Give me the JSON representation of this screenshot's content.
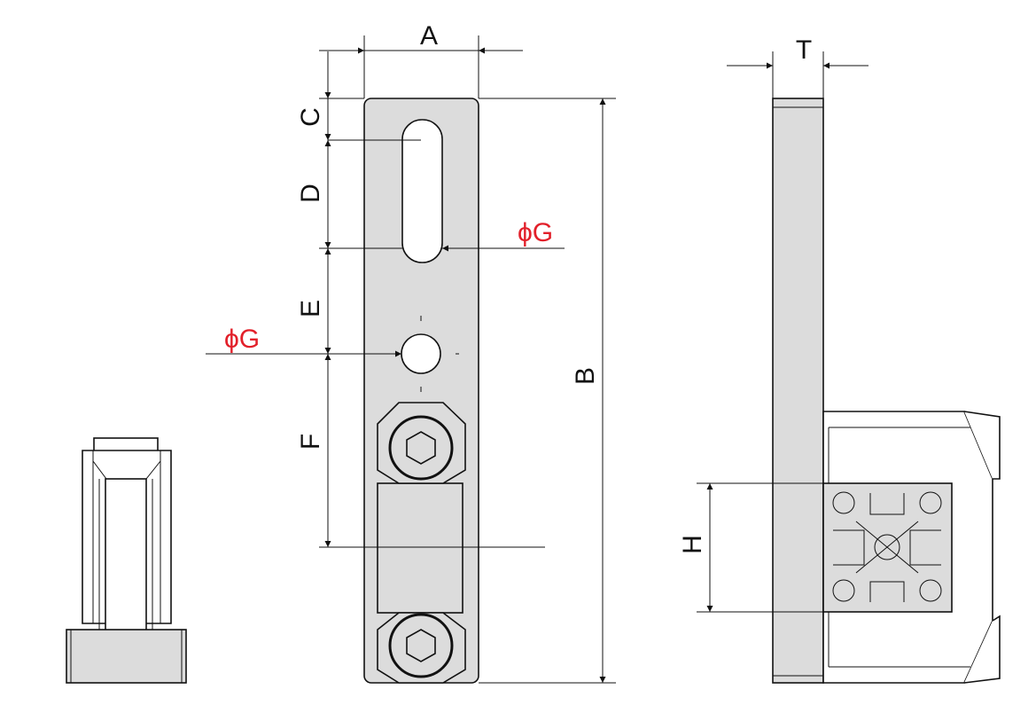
{
  "labels": {
    "A": "A",
    "B": "B",
    "C": "C",
    "D": "D",
    "E": "E",
    "F": "F",
    "G_slot": "ϕG",
    "G_hole": "ϕG",
    "H": "H",
    "T": "T"
  },
  "colors": {
    "part_fill": "#dcdcdc",
    "line": "#111111",
    "accent_label": "#e2202a"
  }
}
